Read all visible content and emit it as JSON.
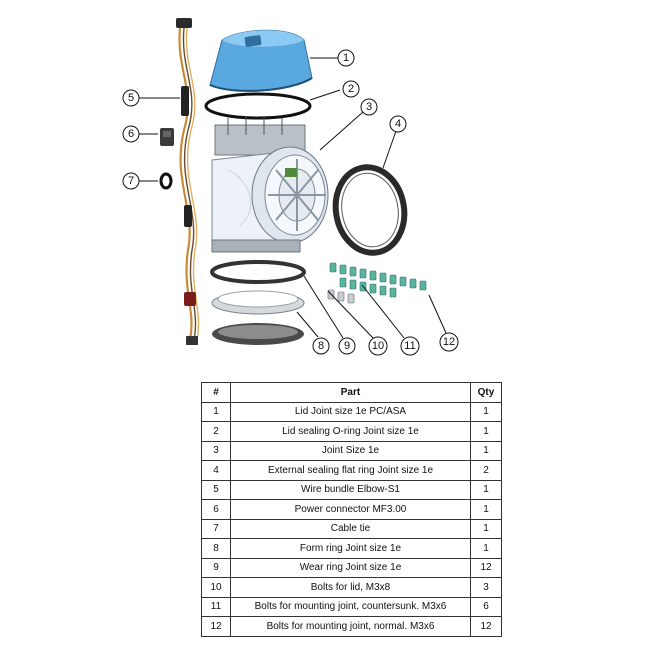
{
  "diagram": {
    "callouts": [
      "1",
      "2",
      "3",
      "4",
      "5",
      "6",
      "7",
      "8",
      "9",
      "10",
      "11",
      "12"
    ]
  },
  "table": {
    "headers": [
      "#",
      "Part",
      "Qty"
    ],
    "rows": [
      {
        "num": "1",
        "part": "Lid Joint size 1e PC/ASA",
        "qty": "1"
      },
      {
        "num": "2",
        "part": "Lid sealing O-ring Joint size 1e",
        "qty": "1"
      },
      {
        "num": "3",
        "part": "Joint Size 1e",
        "qty": "1"
      },
      {
        "num": "4",
        "part": "External sealing flat ring Joint size 1e",
        "qty": "2"
      },
      {
        "num": "5",
        "part": "Wire bundle Elbow-S1",
        "qty": "1"
      },
      {
        "num": "6",
        "part": "Power connector MF3.00",
        "qty": "1"
      },
      {
        "num": "7",
        "part": "Cable tie",
        "qty": "1"
      },
      {
        "num": "8",
        "part": "Form ring Joint size 1e",
        "qty": "1"
      },
      {
        "num": "9",
        "part": "Wear ring Joint size 1e",
        "qty": "12"
      },
      {
        "num": "10",
        "part": "Bolts for lid, M3x8",
        "qty": "3"
      },
      {
        "num": "11",
        "part": "Bolts for mounting joint, countersunk. M3x6",
        "qty": "6"
      },
      {
        "num": "12",
        "part": "Bolts for mounting joint, normal. M3x6",
        "qty": "12"
      }
    ]
  }
}
